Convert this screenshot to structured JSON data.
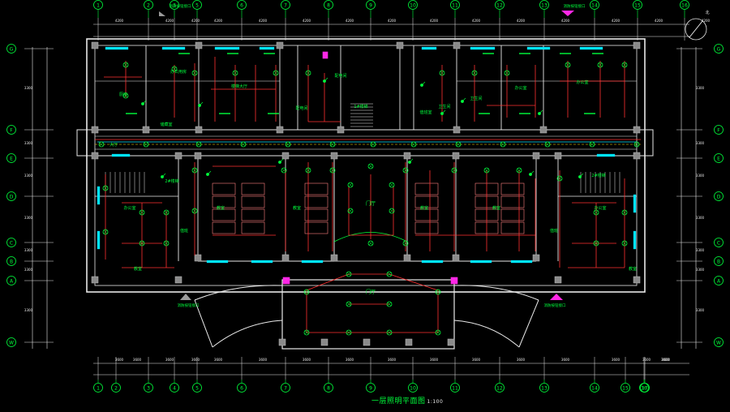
{
  "drawing": {
    "title": "一层照明平面图",
    "scale": "1:100",
    "north_mark": "北",
    "hall_label_main": "门厅",
    "hall_label_entry": "门厅",
    "fire_button_left_top": "消防按钮接口",
    "fire_button_right_top": "消防按钮接口",
    "fire_button_left_bottom": "消防按钮接口",
    "fire_button_right_bottom": "消防按钮接口"
  },
  "axes": {
    "top": [
      "1",
      "2",
      "3",
      "5",
      "6",
      "7",
      "8",
      "9",
      "10",
      "11",
      "12",
      "13",
      "14",
      "15",
      "16"
    ],
    "bottom": [
      "1",
      "2",
      "3",
      "4",
      "5",
      "6",
      "7",
      "8",
      "9",
      "10",
      "11",
      "12",
      "13",
      "14",
      "15",
      "16",
      "17"
    ],
    "left": [
      "G",
      "F",
      "E",
      "D",
      "C",
      "B",
      "A",
      "W"
    ],
    "right": [
      "G",
      "F",
      "E",
      "D",
      "C",
      "B",
      "A",
      "W"
    ]
  },
  "rooms": {
    "left_wing": [
      "厨房",
      "办公用房",
      "储藏室",
      "楼梯大厅",
      "配电间",
      "2#楼梯",
      "办公室",
      "教室",
      "值班",
      "大厅"
    ],
    "right_wing": [
      "办公室",
      "办公室",
      "卫生间",
      "卫生间",
      "2#楼梯",
      "办公室",
      "教室",
      "值班"
    ],
    "center": [
      "1#楼梯",
      "配电间",
      "值班室",
      "教室",
      "教室",
      "教室",
      "教室"
    ]
  },
  "colors": {
    "wall": "#e9e9e9",
    "grid": "#00ff3c",
    "circuit": "#ff3030",
    "fixture": "#00ff3c",
    "window": "#00e5ff",
    "dim": "#e9e9e9",
    "magenta": "#ff28e6",
    "pink": "#ff8080"
  }
}
